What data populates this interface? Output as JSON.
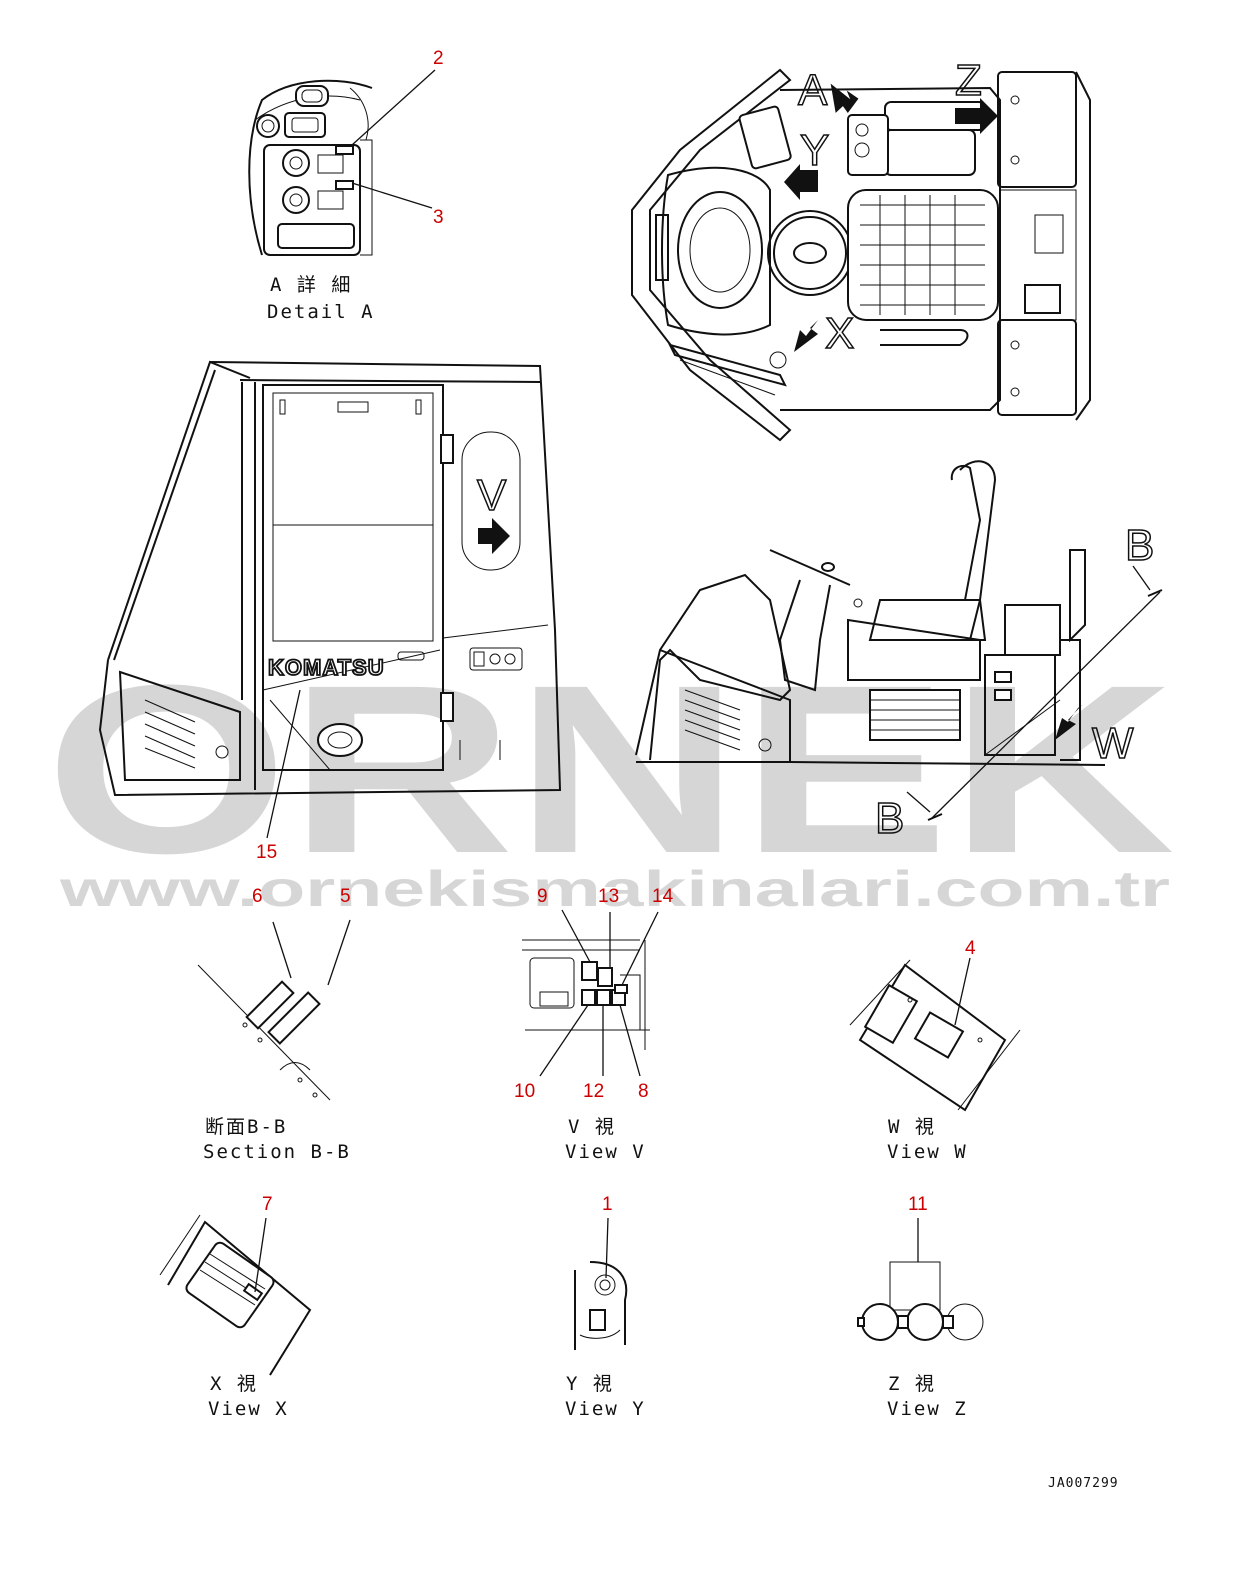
{
  "watermark": {
    "brand": "ORNEK",
    "url": "www.ornekismakinalari.com.tr"
  },
  "callouts": {
    "c1": "1",
    "c2": "2",
    "c3": "3",
    "c4": "4",
    "c5": "5",
    "c6": "6",
    "c7": "7",
    "c8": "8",
    "c9": "9",
    "c10": "10",
    "c11": "11",
    "c12": "12",
    "c13": "13",
    "c14": "14",
    "c15": "15"
  },
  "view_markers": {
    "A": "A",
    "Y": "Y",
    "Z": "Z",
    "X": "X",
    "V": "V",
    "W": "W",
    "B": "B"
  },
  "logo_text": "KOMATSU",
  "captions": {
    "detail_a_jp": "A 詳 細",
    "detail_a_en": "Detail A",
    "section_bb_jp": "断面B-B",
    "section_bb_en": "Section B-B",
    "view_v_jp": "V  視",
    "view_v_en": "View V",
    "view_w_jp": "W  視",
    "view_w_en": "View W",
    "view_x_jp": "X  視",
    "view_x_en": "View X",
    "view_y_jp": "Y  視",
    "view_y_en": "View Y",
    "view_z_jp": "Z  視",
    "view_z_en": "View Z"
  },
  "drawing_number": "JA007299",
  "colors": {
    "callout": "#cc0000",
    "line": "#111111",
    "watermark": "#d6d6d6"
  }
}
